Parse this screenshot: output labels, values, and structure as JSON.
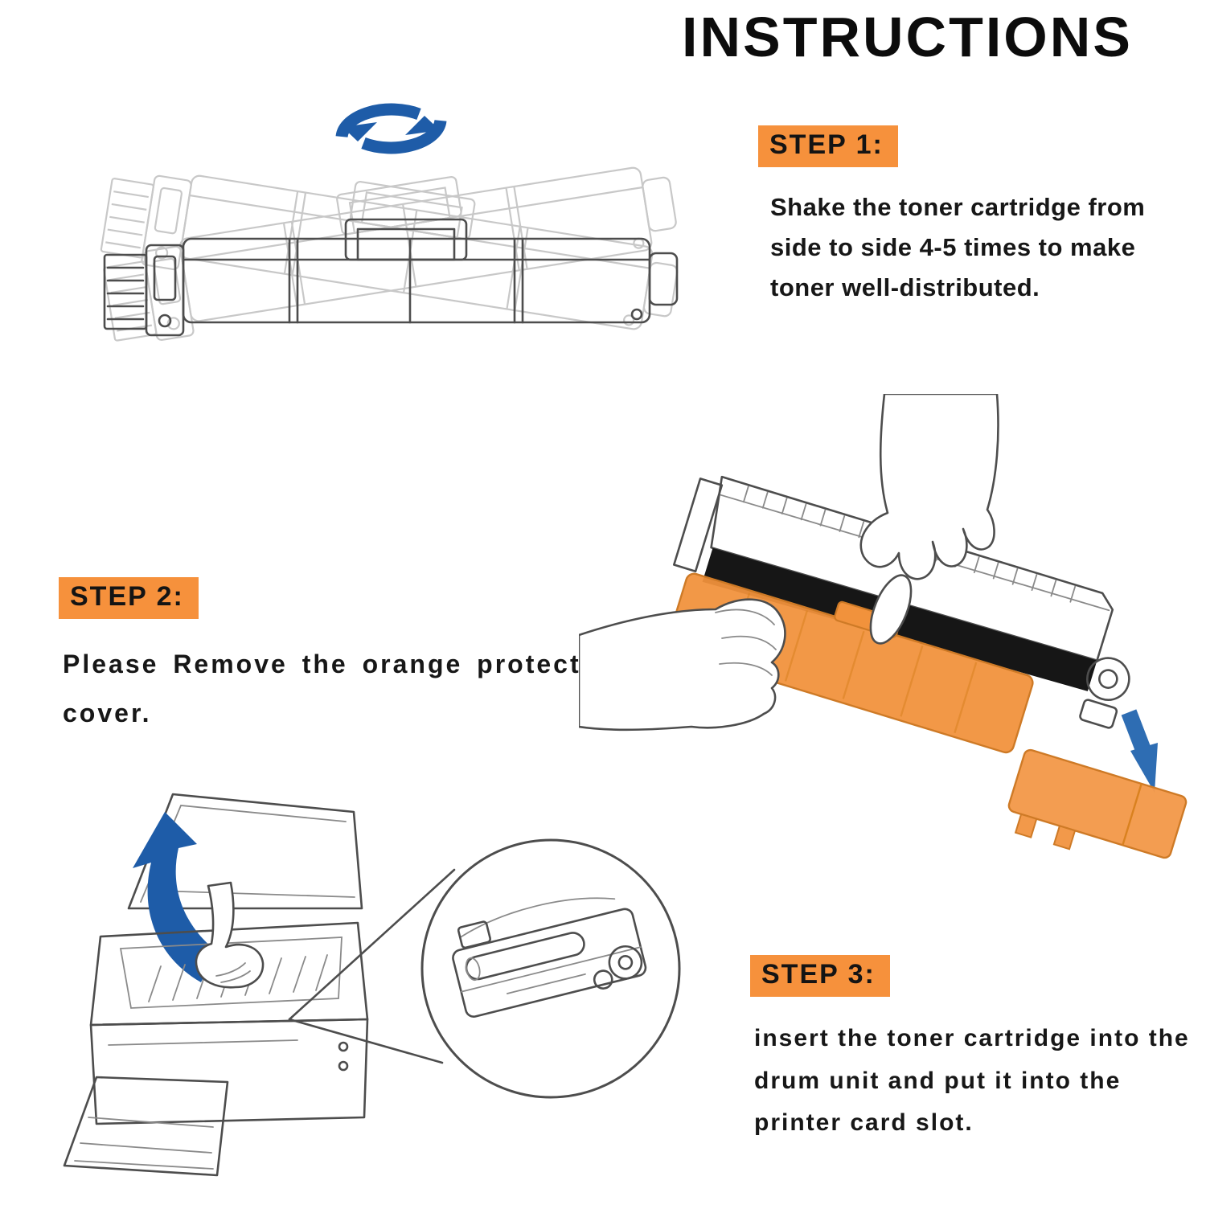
{
  "title": "INSTRUCTIONS",
  "colors": {
    "accent_orange": "#F6913C",
    "arrow_blue": "#1E5CA8",
    "line_art_gray": "#4d4d4d",
    "ghost_gray": "#c8c8c8",
    "protective_cover_orange": "#F1923C"
  },
  "steps": [
    {
      "label": "STEP 1:",
      "text": "Shake the toner cartridge from side to side 4-5 times to make toner well-distributed."
    },
    {
      "label": "STEP 2:",
      "text": "Please Remove the orange protective cover."
    },
    {
      "label": "STEP 3:",
      "text": "insert the toner cartridge into the drum unit and put it into the printer card slot."
    }
  ],
  "illustrations": {
    "step1": "toner-cartridge-shake-with-rotate-arrows-icon",
    "step2": "hands-removing-orange-protective-cover",
    "step3": "printer-open-lid-with-drum-unit-magnifier"
  }
}
